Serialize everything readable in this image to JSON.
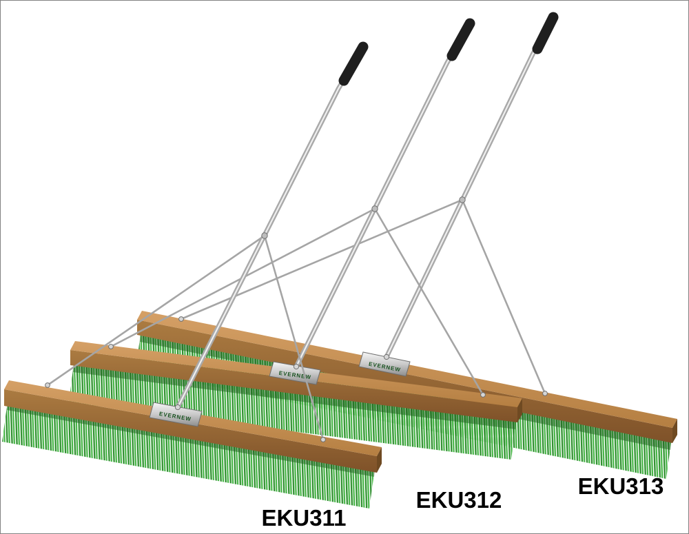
{
  "scene": {
    "description": "Product photo of three tennis court brush sweepers with wooden bars, green bristles and aluminum handles",
    "background": "#ffffff",
    "border_color": "#828282"
  },
  "brand": "EVERNEW",
  "products": [
    {
      "code": "EKU311"
    },
    {
      "code": "EKU312"
    },
    {
      "code": "EKU313"
    }
  ],
  "colors": {
    "wood_top": "#c99659",
    "wood_front": "#9a6a34",
    "wood_end": "#6f4a22",
    "bristle_dark": "#2e8f2e",
    "bristle_light": "#43b543",
    "bristle_shadow": "#1c5f1c",
    "pole_base": "#a9a9a9",
    "pole_highlight": "#efefef",
    "strut": "#a5a5a5",
    "grip": "#1f1f1f",
    "bracket_light": "#f4f4f4",
    "bracket_dark": "#8d8d8d",
    "label_text": "#000000"
  }
}
